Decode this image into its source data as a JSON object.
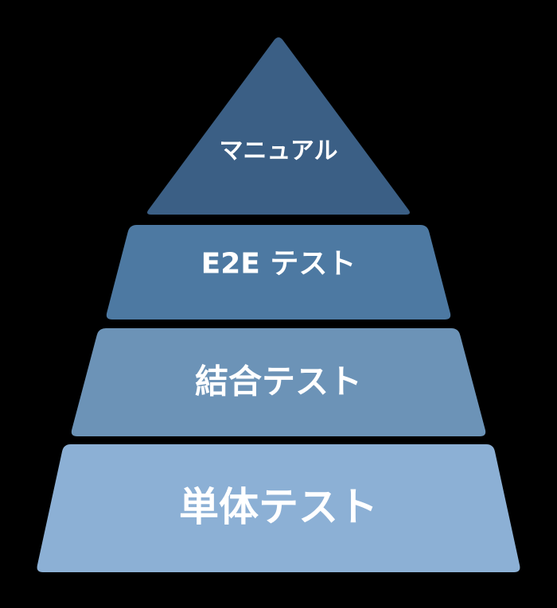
{
  "background_color": "#000000",
  "text_color": "#ffffff",
  "pyramid": {
    "layers": [
      {
        "label": "マニュアル",
        "color": "#3b5f85"
      },
      {
        "label": "E2E テスト",
        "color": "#4d79a2"
      },
      {
        "label": "結合テスト",
        "color": "#6c93b7"
      },
      {
        "label": "単体テスト",
        "color": "#8cb0d5"
      }
    ]
  }
}
